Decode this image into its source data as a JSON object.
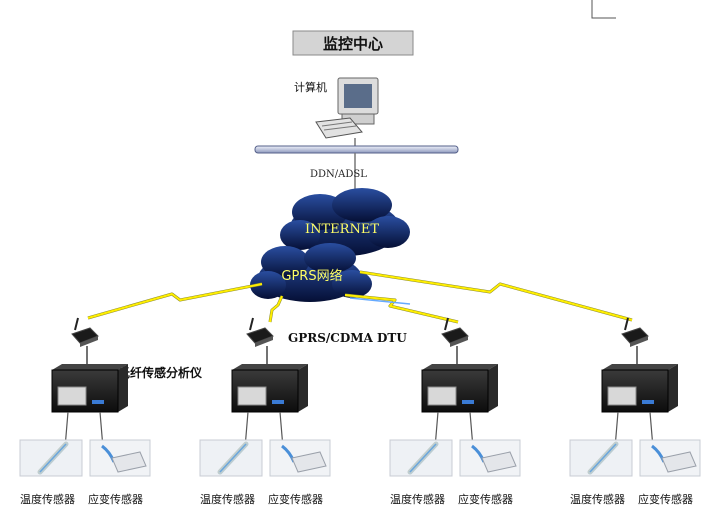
{
  "title": "监控中心",
  "computer_label": "计算机",
  "link_label": "DDN/ADSL",
  "internet_label": "INTERNET",
  "gprs_label": "GPRS网络",
  "dtu_label": "GPRS/CDMA DTU",
  "analyzer_label": "光纤传感分析仪",
  "sensors": [
    {
      "temp": "温度传感器",
      "strain": "应变传感器"
    },
    {
      "temp": "温度传感器",
      "strain": "应变传感器"
    },
    {
      "temp": "温度传感器",
      "strain": "应变传感器"
    },
    {
      "temp": "温度传感器",
      "strain": "应变传感器"
    }
  ],
  "colors": {
    "title_bg": "#d4d4d4",
    "cloud": "#0a1f5c",
    "cloud_text": "#ffff66",
    "lightning": "#ffee00",
    "server": "#1c1c1c",
    "bus": "#c8d0e8"
  }
}
